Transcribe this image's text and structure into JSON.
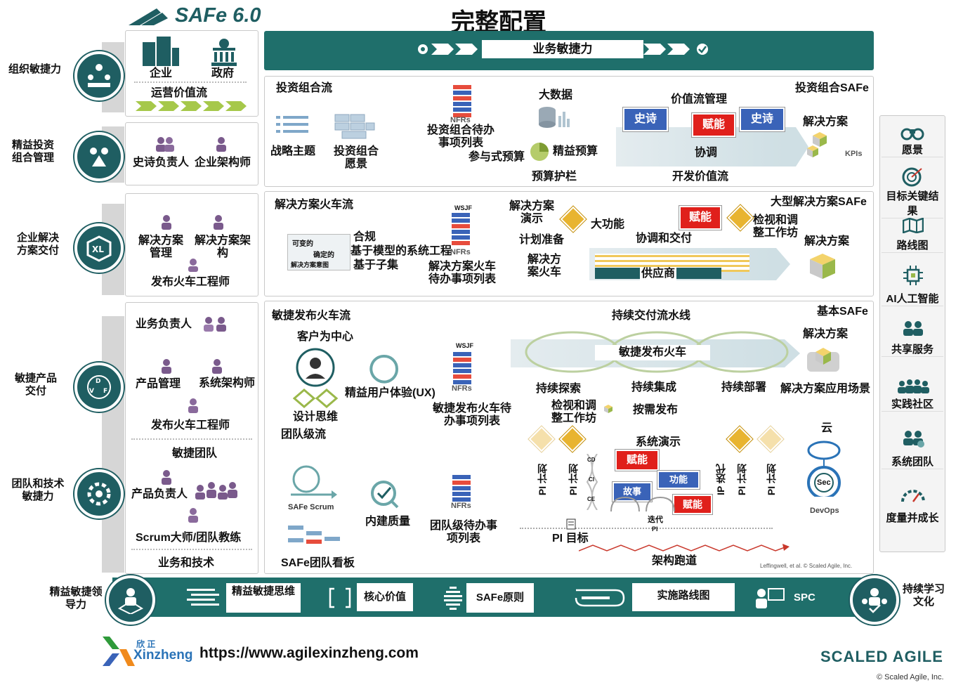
{
  "header": {
    "logo": "SAFe 6.0",
    "title": "完整配置"
  },
  "left": {
    "org_agility": "组织敏捷力",
    "lean_portfolio": "精益投资组合管理",
    "enterprise_solution": "企业解决方案交付",
    "agile_product": "敏捷产品交付",
    "team_tech": "团队和技术敏捷力",
    "lean_leadership": "精益敏捷领导力"
  },
  "org_box": {
    "enterprise": "企业",
    "government": "政府",
    "ops_value_stream": "运营价值流"
  },
  "portfolio_roles": {
    "epic_owner": "史诗负责人",
    "enterprise_architect": "企业架构师"
  },
  "solution_roles": {
    "solution_mgmt": "解决方案管理",
    "solution_arch": "解决方案架构",
    "ste": "发布火车工程师"
  },
  "art_roles": {
    "business_owner": "业务负责人",
    "product_mgmt": "产品管理",
    "system_arch": "系统架构师",
    "rte": "发布火车工程师",
    "agile_team": "敏捷团队",
    "product_owner": "产品负责人",
    "scrum_master": "Scrum大师/团队教练",
    "biz_tech": "业务和技术"
  },
  "business_agility": "业务敏捷力",
  "portfolio": {
    "stream_title": "投资组合流",
    "strategic_themes": "战略主题",
    "portfolio_vision": "投资组合愿景",
    "portfolio_backlog": "投资组合待办事项列表",
    "nfrs": "NFRs",
    "big_data": "大数据",
    "participatory_budget": "参与式预算",
    "lean_budget": "精益预算",
    "guardrails": "预算护栏",
    "vsm": "价值流管理",
    "epic1": "史诗",
    "enabler": "赋能",
    "epic2": "史诗",
    "coordination": "协调",
    "dev_value_streams": "开发价值流",
    "config_name": "投资组合SAFe",
    "solution": "解决方案",
    "kpis": "KPIs"
  },
  "large": {
    "stream_title": "解决方案火车流",
    "variable": "可变的",
    "fixed": "确定的",
    "solution_intent": "解决方案意图",
    "compliance": "合规",
    "mbse": "基于模型的系统工程",
    "set_based": "基于子集",
    "wsjf": "WSJF",
    "nfrs": "NFRs",
    "solution_backlog": "解决方案火车待办事项列表",
    "solution_demo": "解决方案演示",
    "pre_plan": "计划准备",
    "capabilities": "大功能",
    "enabler": "赋能",
    "coord_delivery": "协调和交付",
    "ia": "检视和调整工作坊",
    "solution_train": "解决方案火车",
    "supplier": "供应商",
    "config_name": "大型解决方案SAFe",
    "solution": "解决方案"
  },
  "essential": {
    "stream_title": "敏捷发布火车流",
    "customer_centricity": "客户为中心",
    "design_thinking": "设计思维",
    "lean_ux": "精益用户体验(UX)",
    "wsjf": "WSJF",
    "nfrs": "NFRs",
    "art_backlog": "敏捷发布火车待办事项列表",
    "cdp": "持续交付流水线",
    "art": "敏捷发布火车",
    "config_name": "基本SAFe",
    "solution": "解决方案",
    "explore": "持续探索",
    "integrate": "持续集成",
    "deploy": "持续部署",
    "solution_context": "解决方案应用场景",
    "ia": "检视和调整工作坊",
    "release": "按需发布",
    "system_demo": "系统演示",
    "cloud": "云",
    "devops": "DevOps",
    "sec": "Sec"
  },
  "team": {
    "team_flow": "团队级流",
    "safe_scrum": "SAFe Scrum",
    "built_in_quality": "内建质量",
    "team_backlog": "团队级待办事项列表",
    "nfrs": "NFRs",
    "kanban": "SAFe团队看板",
    "pi_plan": "PI 计划",
    "iterate_pi": "IP 迭代",
    "enabler1": "赋能",
    "feature": "功能",
    "story": "故事",
    "enabler2": "赋能",
    "iteration": "迭代",
    "pi": "PI",
    "pi_objectives": "PI 目标",
    "arch_runway": "架构跑道",
    "cd": "CD",
    "ci": "CI",
    "ce": "CE",
    "copyright_small": "Leffingwell, et al. © Scaled Agile, Inc."
  },
  "right": {
    "vision": "愿景",
    "okr": "目标关键结果",
    "roadmap": "路线图",
    "ai": "AI人工智能",
    "shared_services": "共享服务",
    "cop": "实践社区",
    "system_team": "系统团队",
    "measure": "度量并成长"
  },
  "bottom": {
    "mindset": "精益敏捷思维",
    "core_values": "核心价值",
    "principles": "SAFe原则",
    "roadmap": "实施路线图",
    "spc": "SPC",
    "continuous_learning": "持续学习文化"
  },
  "footer": {
    "brand_cn": "欣 正",
    "brand_en": "Xinzheng",
    "url": "https://www.agilexinzheng.com",
    "scaled_agile": "SCALED AGILE",
    "copyright": "© Scaled Agile, Inc."
  },
  "colors": {
    "teal": "#1f6f6b",
    "blue_flag": "#3a63b8",
    "red_flag": "#e0201b",
    "chevron": "#a6c84a"
  }
}
